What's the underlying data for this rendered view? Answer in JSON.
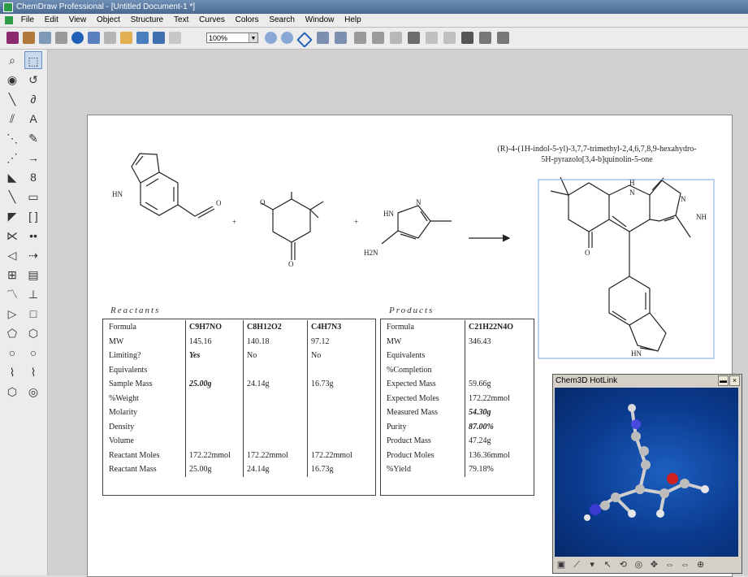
{
  "window": {
    "title": "ChemDraw Professional - [Untitled Document-1 *]"
  },
  "menu": [
    "File",
    "Edit",
    "View",
    "Object",
    "Structure",
    "Text",
    "Curves",
    "Colors",
    "Search",
    "Window",
    "Help"
  ],
  "toolbar": {
    "zoom": "100%"
  },
  "document": {
    "iupac_line1": "(R)-4-(1H-indol-5-yl)-3,7,7-trimethyl-2,4,6,7,8,9-hexahydro-",
    "iupac_line2": "5H-pyrazolo[3,4-b]quinolin-5-one",
    "reactants_label": "Reactants",
    "products_label": "Products",
    "atom_labels": {
      "hn": "HN",
      "o": "O",
      "hn2": "HN",
      "n": "N",
      "h2n": "H2N",
      "h": "H",
      "nh": "NH",
      "hn3": "HN",
      "plus": "+"
    },
    "reactants": {
      "row_labels": [
        "Formula",
        "MW",
        "Limiting?",
        "Equivalents",
        "Sample Mass",
        "%Weight",
        "Molarity",
        "Density",
        "Volume",
        "Reactant Moles",
        "Reactant Mass"
      ],
      "columns": [
        {
          "formula": "C9H7NO",
          "mw": "145.16",
          "limiting": "Yes",
          "sample_mass": "25.00g",
          "reactant_moles": "172.22mmol",
          "reactant_mass": "25.00g"
        },
        {
          "formula": "C8H12O2",
          "mw": "140.18",
          "limiting": "No",
          "sample_mass": "24.14g",
          "reactant_moles": "172.22mmol",
          "reactant_mass": "24.14g"
        },
        {
          "formula": "C4H7N3",
          "mw": "97.12",
          "limiting": "No",
          "sample_mass": "16.73g",
          "reactant_moles": "172.22mmol",
          "reactant_mass": "16.73g"
        }
      ]
    },
    "products": {
      "row_labels": [
        "Formula",
        "MW",
        "Equivalents",
        "%Completion",
        "Expected Mass",
        "Expected Moles",
        "Measured Mass",
        "Purity",
        "Product Mass",
        "Product Moles",
        "%Yield"
      ],
      "values": [
        "C21H22N4O",
        "346.43",
        "",
        "",
        "59.66g",
        "172.22mmol",
        "54.30g",
        "87.00%",
        "47.24g",
        "136.36mmol",
        "79.18%"
      ]
    }
  },
  "hotlink": {
    "title": "Chem3D HotLink"
  }
}
